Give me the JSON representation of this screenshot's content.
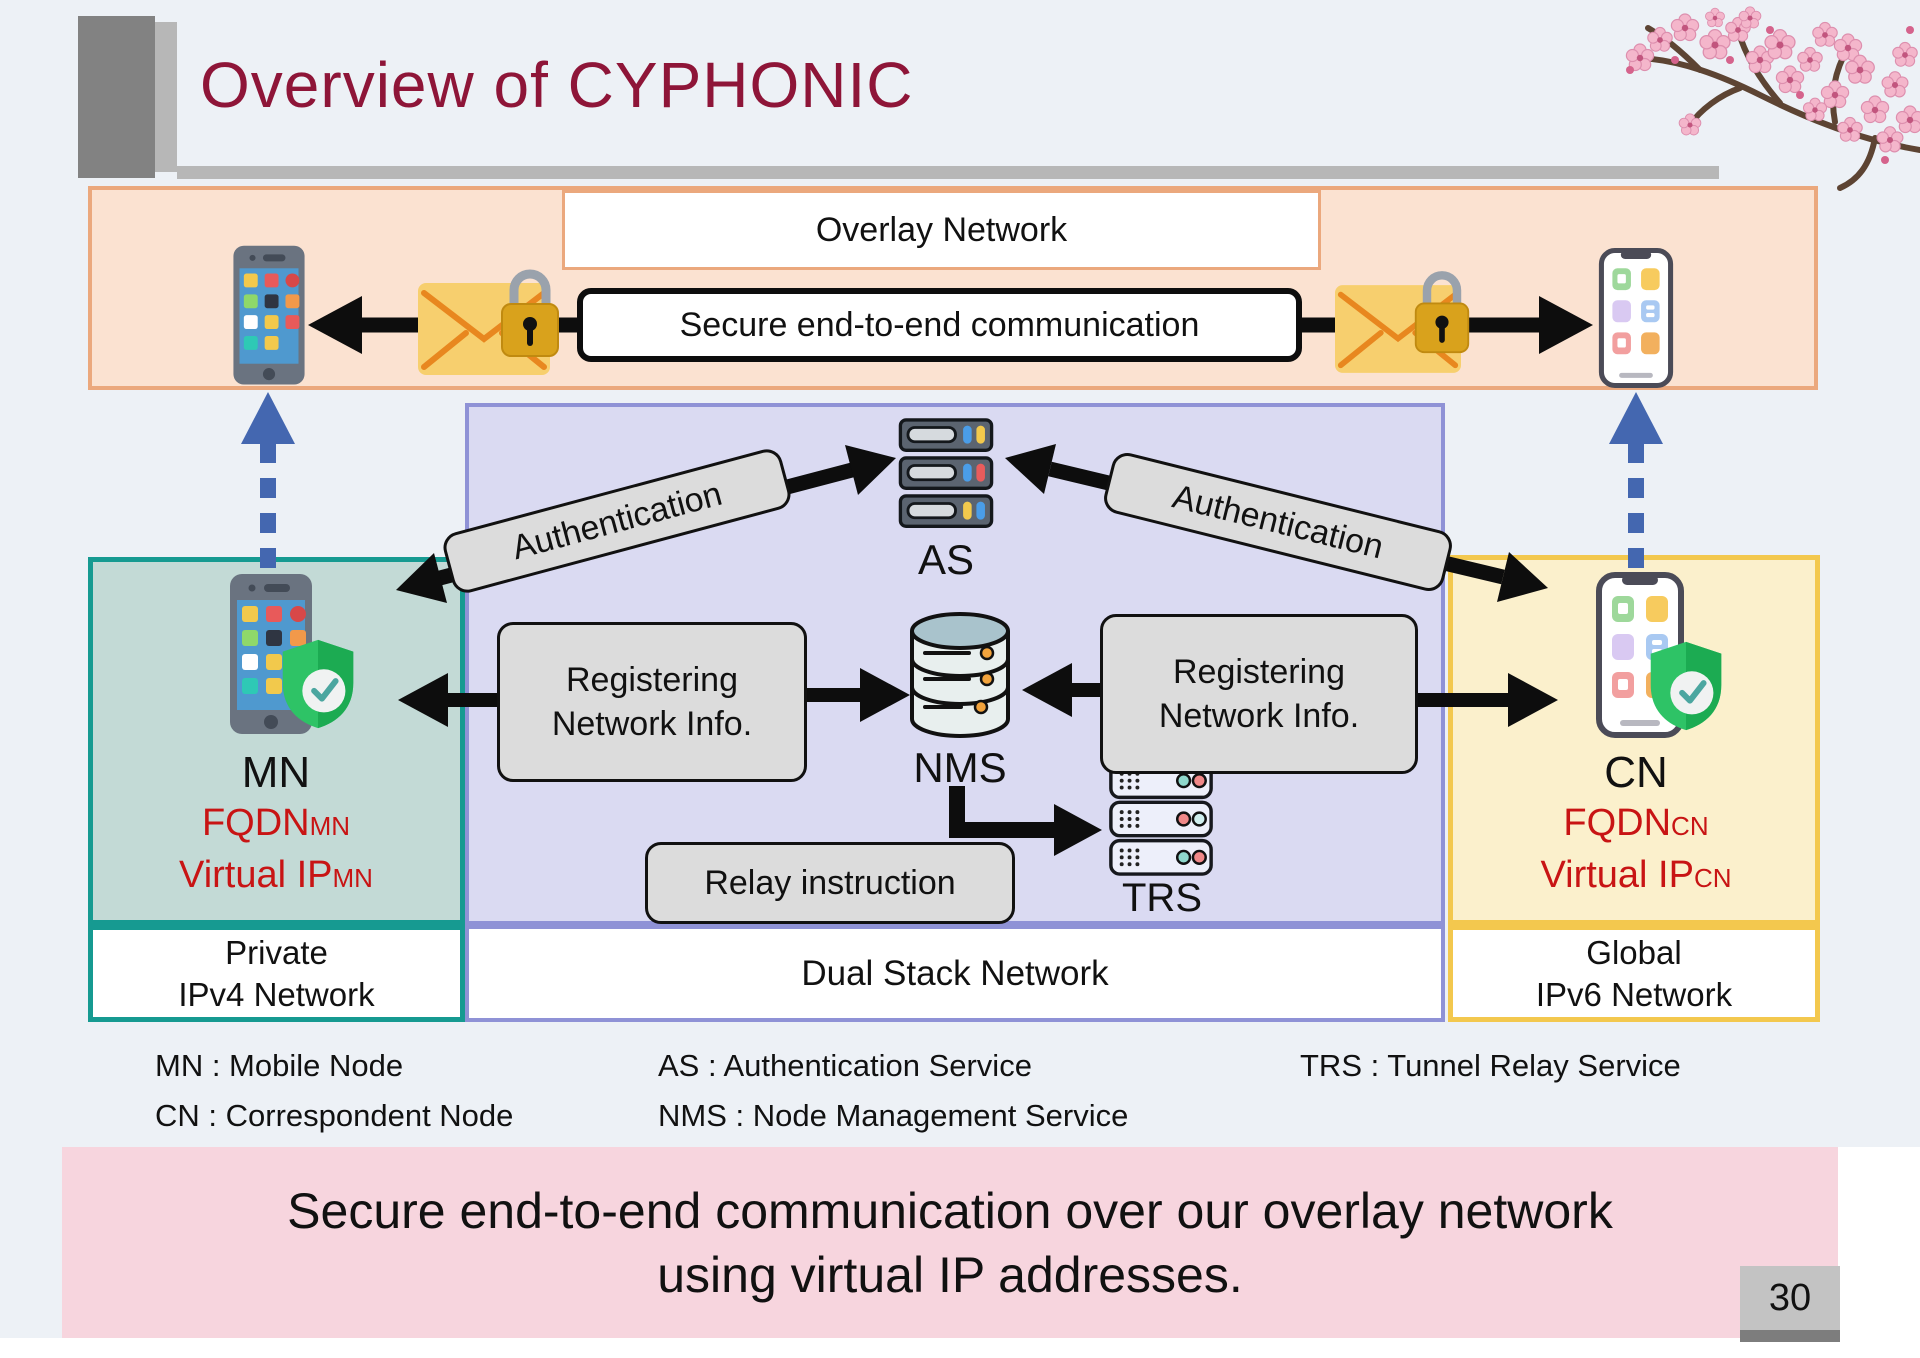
{
  "title": "Overview of CYPHONIC",
  "page_number": "30",
  "overlay": {
    "label": "Overlay Network",
    "secure": "Secure end-to-end communication"
  },
  "core": {
    "auth_left": "Authentication",
    "auth_right": "Authentication",
    "reg_left": [
      "Registering",
      "Network Info."
    ],
    "reg_right": [
      "Registering",
      "Network Info."
    ],
    "relay": "Relay instruction",
    "as_name": "AS",
    "nms_name": "NMS",
    "trs_name": "TRS",
    "network": "Dual Stack Network"
  },
  "mn": {
    "name": "MN",
    "fqdn": "FQDN",
    "fqdn_sub": "MN",
    "vip": "Virtual IP",
    "vip_sub": "MN",
    "net1": "Private",
    "net2": "IPv4 Network"
  },
  "cn": {
    "name": "CN",
    "fqdn": "FQDN",
    "fqdn_sub": "CN",
    "vip": "Virtual IP",
    "vip_sub": "CN",
    "net1": "Global",
    "net2": "IPv6 Network"
  },
  "legend": {
    "mn": "MN : Mobile Node",
    "cn": "CN : Correspondent Node",
    "as": "AS : Authentication Service",
    "nms": "NMS : Node Management Service",
    "trs": "TRS : Tunnel Relay Service"
  },
  "banner": {
    "line1": "Secure end-to-end communication over our overlay network",
    "line2": "using virtual IP addresses."
  },
  "colors": {
    "title_maroon": "#8e1538",
    "overlay_fill": "#fbe2d1",
    "overlay_border": "#eba87d",
    "core_fill": "#dadaf2",
    "core_border": "#8f92d6",
    "mn_fill": "#c3dad6",
    "mn_border": "#169a91",
    "cn_fill": "#fbf0cc",
    "cn_border": "#f3c84e",
    "banner_fill": "#f7d5de",
    "red_text": "#c81414",
    "arrow_black": "#0d0d0d",
    "arrow_blue": "#4467b0"
  }
}
